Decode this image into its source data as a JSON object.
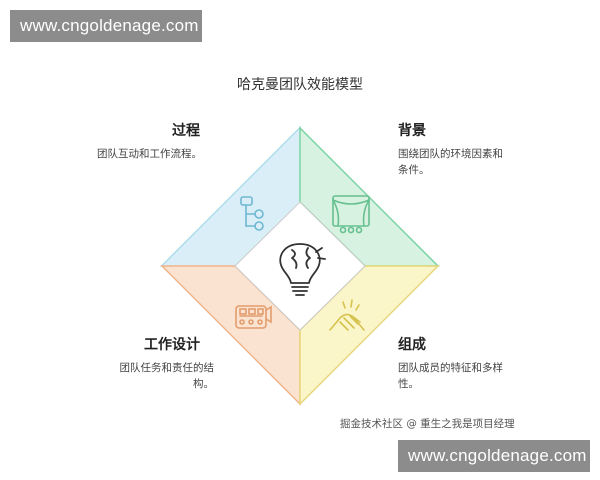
{
  "watermark": {
    "text": "www.cngoldenage.com"
  },
  "diagram": {
    "title": "哈克曼团队效能模型",
    "sections": [
      {
        "key": "process",
        "title": "过程",
        "desc_lines": [
          "团队互动和工作流程。"
        ],
        "icon": "workflow-icon",
        "fill": "#d9eef6",
        "stroke": "#7cc7e0"
      },
      {
        "key": "context",
        "title": "背景",
        "desc_lines": [
          "围绕团队的环境因素和",
          "条件。"
        ],
        "icon": "stage-curtain-icon",
        "fill": "#d8f2e2",
        "stroke": "#7bd3a1"
      },
      {
        "key": "design",
        "title": "工作设计",
        "desc_lines": [
          "团队任务和责任的结",
          "构。"
        ],
        "icon": "conveyor-icon",
        "fill": "#fbe3d2",
        "stroke": "#f0b48b"
      },
      {
        "key": "composition",
        "title": "组成",
        "desc_lines": [
          "团队成员的特征和多样",
          "性。"
        ],
        "icon": "handshake-icon",
        "fill": "#fbf6c9",
        "stroke": "#e8d77a"
      }
    ],
    "center_icon": "puzzle-lightbulb-icon"
  },
  "footer": {
    "credit": "掘金技术社区 @ 重生之我是项目经理"
  }
}
